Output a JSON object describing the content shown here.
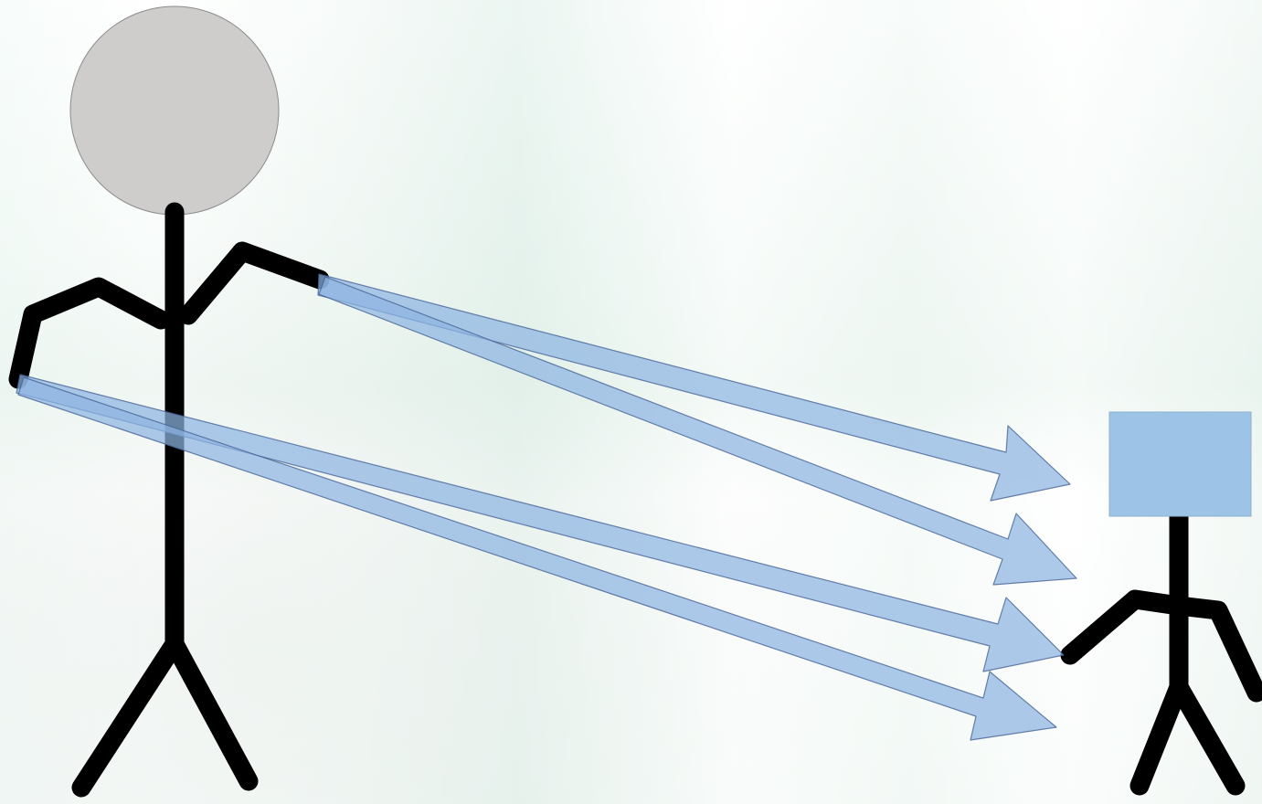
{
  "diagram": {
    "description_visible_text": "",
    "colors": {
      "head_fill": "#cfcdcc",
      "head_stroke": "#8c8c8c",
      "body_stroke": "#000000",
      "arrow_fill": "#8db4e2",
      "arrow_stroke": "#46649a",
      "small_head_fill": "#9dc3e6"
    },
    "figures": [
      {
        "name": "large-stick-figure",
        "head_shape": "circle"
      },
      {
        "name": "small-stick-figure",
        "head_shape": "square"
      }
    ],
    "arrow_count": 4
  }
}
